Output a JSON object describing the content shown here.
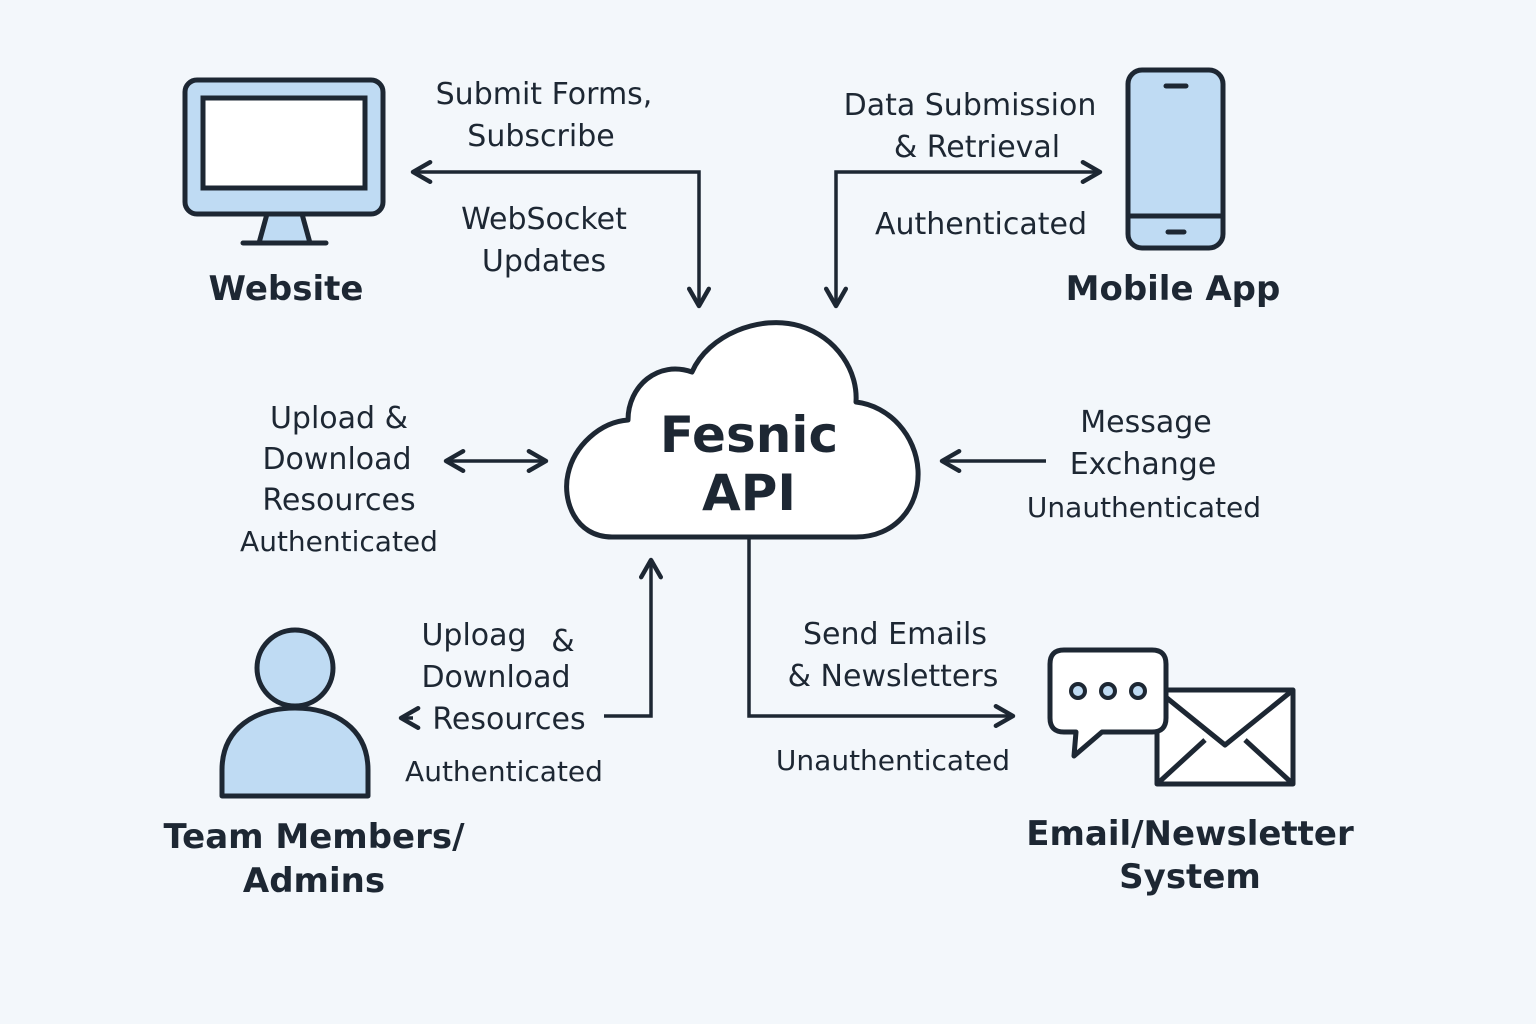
{
  "colors": {
    "background": "#f3f7fb",
    "stroke": "#1d2733",
    "accent_fill": "#bfdbf3",
    "screen_fill": "#ffffff"
  },
  "hub": {
    "line1": "Fesnic",
    "line2": "API",
    "icon": "cloud-icon"
  },
  "nodes": {
    "website": {
      "label": "Website",
      "icon": "monitor-icon"
    },
    "mobile": {
      "label": "Mobile App",
      "icon": "smartphone-icon"
    },
    "team": {
      "line1": "Team Members/",
      "line2": "Admins",
      "icon": "user-icon"
    },
    "email": {
      "line1": "Email/Newsletter",
      "line2": "System",
      "icon": "chat-and-envelope-icon"
    }
  },
  "edges": {
    "website": {
      "top1": "Submit Forms,",
      "top2": "Subscribe",
      "bottom1": "WebSocket",
      "bottom2": "Updates"
    },
    "mobile": {
      "top1": "Data Submission",
      "top2": "& Retrieval",
      "bottom": "Authenticated"
    },
    "resources_left": {
      "line1": "Upload &",
      "line2": "Download",
      "line3": "Resources",
      "auth": "Authenticated"
    },
    "message": {
      "line1": "Message",
      "line2": "Exchange",
      "auth": "Unauthenticated"
    },
    "team": {
      "line1a": "Uploag",
      "line1b": "&",
      "line2": "Download",
      "line3": "Resources",
      "auth": "Authenticated"
    },
    "email": {
      "line1": "Send Emails",
      "line2": "& Newsletters",
      "auth": "Unauthenticated"
    }
  }
}
